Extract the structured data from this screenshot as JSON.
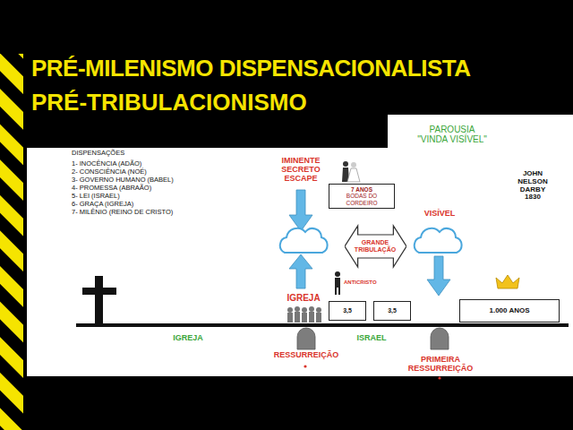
{
  "diagram": {
    "title": "PRÉ-MILENISMO DISPENSACIONALISTA",
    "nodes": [
      {
        "text": [
          "7 ANOS",
          "BODAS DO CORDEIRO"
        ]
      },
      {
        "text": [
          "GRANDE TRIBULAÇÃO"
        ]
      },
      {
        "text": [
          "3,5"
        ]
      },
      {
        "text": [
          "3,5"
        ]
      },
      {
        "text": [
          "1.000 ANOS"
        ]
      }
    ],
    "labels": [
      "PRÉ-TRIBULACIONISMO",
      "DISPENSAÇÕES",
      "1- INOCÊNCIA (ADÃO)",
      "2- CONSCIÊNCIA (NOÉ)",
      "3- GOVERNO HUMANO (BABEL)",
      "4- PROMESSA (ABRAÃO)",
      "5- LEI (ISRAEL)",
      "6- GRAÇA (IGREJA)",
      "7- MILÊNIO (REINO DE CRISTO)",
      "PAROUSIA \"VINDA VISÍVEL\"",
      "JOHN NELSON DARBY 1830",
      "IMINENTE SECRETO ESCAPE",
      "VISÍVEL",
      "ANTICRISTO",
      "IGREJA",
      "IGREJA",
      "ISRAEL",
      "RESSURREIÇÃO",
      "PRIMEIRA RESSURREIÇÃO"
    ]
  }
}
